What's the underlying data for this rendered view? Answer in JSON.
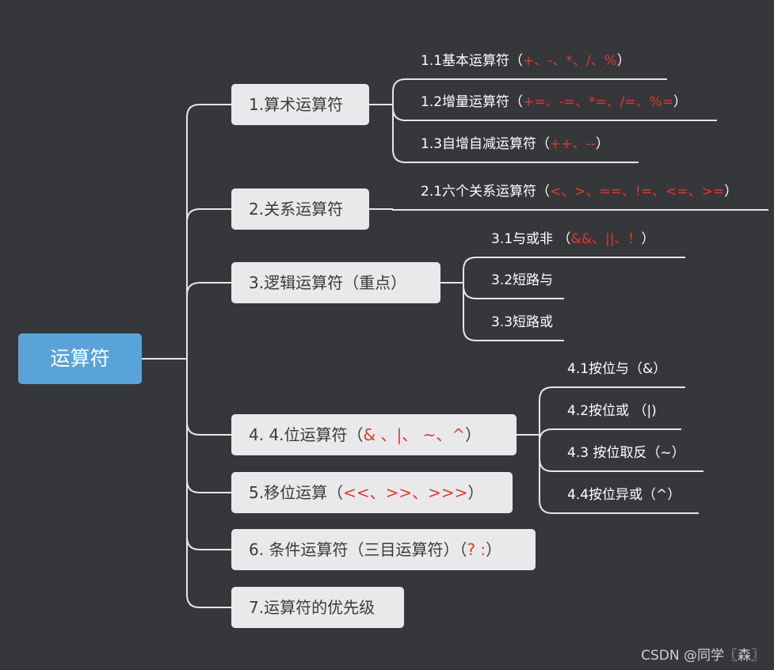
{
  "root": {
    "label": "运算符"
  },
  "colors": {
    "background": "#36373b",
    "root_fill": "#5aa3d8",
    "node_fill": "#e9e9eb",
    "line": "#e6e6e6",
    "highlight": "#e0392c"
  },
  "branches": [
    {
      "pre": "1.算术运算符",
      "hl": "",
      "post": "",
      "children": [
        {
          "pre": "1.1基本运算符（",
          "hl": "+、-、*、/、%",
          "post": "）"
        },
        {
          "pre": "1.2增量运算符（",
          "hl": "+=、-=、*=、/=、%=",
          "post": "）"
        },
        {
          "pre": "1.3自增自减运算符（",
          "hl": "++、--",
          "post": "）"
        }
      ]
    },
    {
      "pre": "2.关系运算符",
      "hl": "",
      "post": "",
      "children": [
        {
          "pre": "2.1六个关系运算符（",
          "hl": "<、>、==、!=、<=、>=",
          "post": "）"
        }
      ]
    },
    {
      "pre": "3.逻辑运算符（重点）",
      "hl": "",
      "post": "",
      "children": [
        {
          "pre": "3.1与或非 （",
          "hl": "&&、||、！",
          "post": "）"
        },
        {
          "pre": "3.2短路与",
          "hl": "",
          "post": ""
        },
        {
          "pre": "3.3短路或",
          "hl": "",
          "post": ""
        }
      ]
    },
    {
      "pre": "4. 4.位运算符（",
      "hl": "& 、|、 ~、^",
      "post": "）",
      "children": [
        {
          "pre": "4.1按位与（&）",
          "hl": "",
          "post": ""
        },
        {
          "pre": "4.2按位或 （|)",
          "hl": "",
          "post": ""
        },
        {
          "pre": "4.3 按位取反（~）",
          "hl": "",
          "post": ""
        },
        {
          "pre": "4.4按位异或（^）",
          "hl": "",
          "post": ""
        }
      ]
    },
    {
      "pre": "5.移位运算（",
      "hl": "<<、>>、>>>",
      "post": "）",
      "children": []
    },
    {
      "pre": "6. 条件运算符（三目运算符）（",
      "hl": "? :",
      "post": "）",
      "children": []
    },
    {
      "pre": "7.运算符的优先级",
      "hl": "",
      "post": "",
      "children": []
    }
  ],
  "watermark": "CSDN @同学〖森〗"
}
